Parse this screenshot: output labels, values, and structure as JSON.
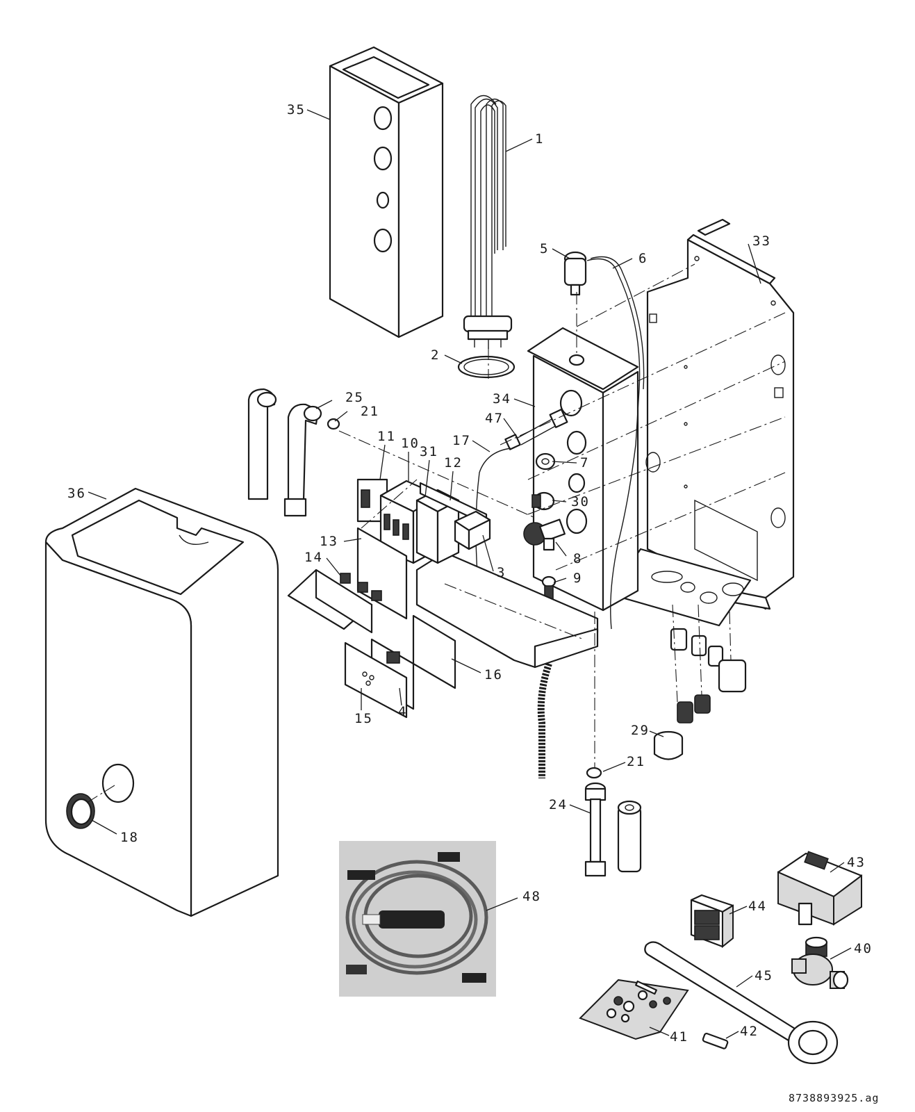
{
  "callouts": {
    "c1": "1",
    "c2": "2",
    "c3": "3",
    "c4": "4",
    "c5": "5",
    "c6": "6",
    "c7": "7",
    "c8": "8",
    "c9": "9",
    "c10": "10",
    "c11": "11",
    "c12": "12",
    "c13": "13",
    "c14": "14",
    "c15": "15",
    "c16": "16",
    "c17": "17",
    "c18": "18",
    "c21a": "21",
    "c21b": "21",
    "c24": "24",
    "c25": "25",
    "c29": "29",
    "c30": "30",
    "c31": "31",
    "c33": "33",
    "c34": "34",
    "c35": "35",
    "c36": "36",
    "c40": "40",
    "c41": "41",
    "c42": "42",
    "c43": "43",
    "c44": "44",
    "c45": "45",
    "c47": "47",
    "c48": "48"
  },
  "document_id": "8738893925.ag"
}
